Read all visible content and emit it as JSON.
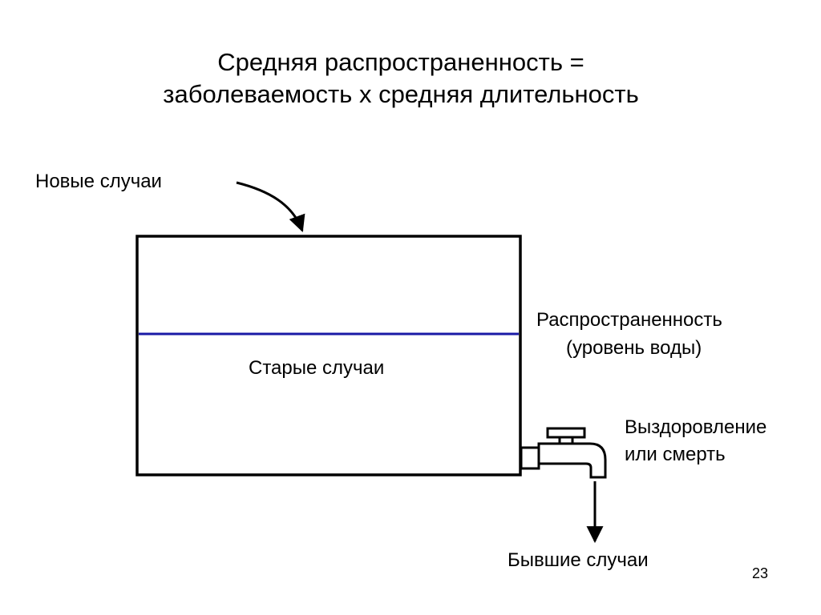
{
  "title": {
    "line1": "Средняя распространенность =",
    "line2": "заболеваемость х средняя длительность"
  },
  "labels": {
    "new_cases": "Новые случаи",
    "old_cases": "Старые случаи",
    "prevalence": "Распространенность",
    "water_level": "(уровень воды)",
    "outcome_line1": "Выздоровление",
    "outcome_line2": "или смерть",
    "former_cases": "Бывшие случаи"
  },
  "colors": {
    "water_line": "#1a1aa6",
    "outline": "#000000"
  },
  "page_number": "23"
}
